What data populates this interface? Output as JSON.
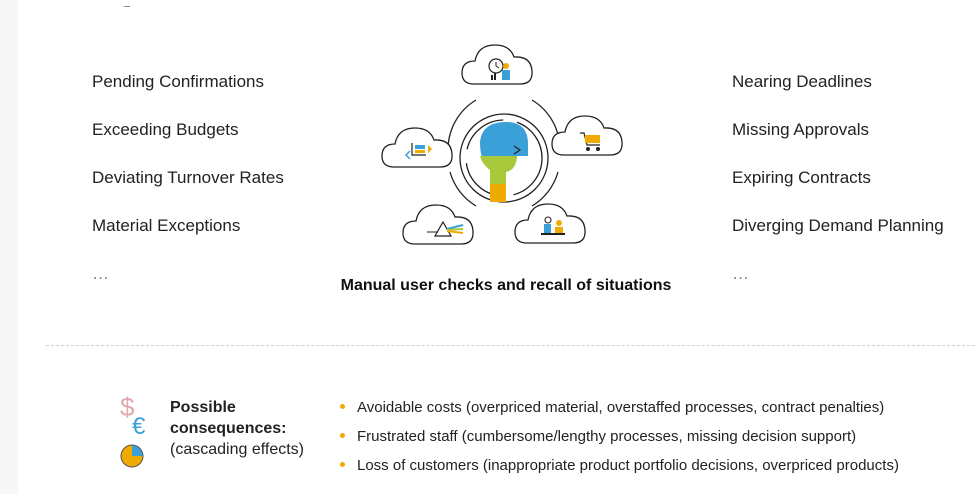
{
  "left_items": [
    "Pending Confirmations",
    "Exceeding Budgets",
    "Deviating Turnover Rates",
    "Material Exceptions",
    "…"
  ],
  "right_items": [
    "Nearing Deadlines",
    "Missing Approvals",
    "Expiring Contracts",
    "Diverging Demand Planning",
    "…"
  ],
  "caption": "Manual user checks and recall of situations",
  "consequences": {
    "title_line1": "Possible",
    "title_line2": "consequences:",
    "subtitle": "(cascading effects)",
    "bullets": [
      "Avoidable costs (overpriced material, overstaffed processes, contract penalties)",
      "Frustrated staff (cumbersome/lengthy processes, missing decision support)",
      "Loss of customers (inappropriate product portfolio decisions, overpriced products)"
    ]
  },
  "colors": {
    "accent": "#f0ab00",
    "blue": "#3aa0d8",
    "text": "#222222"
  },
  "icons": [
    "cloud-analytics-icon",
    "cloud-cart-icon",
    "cloud-people-icon",
    "cloud-prism-icon",
    "cloud-exchange-icon",
    "head-profile-icon",
    "money-icon",
    "clock-icon"
  ]
}
